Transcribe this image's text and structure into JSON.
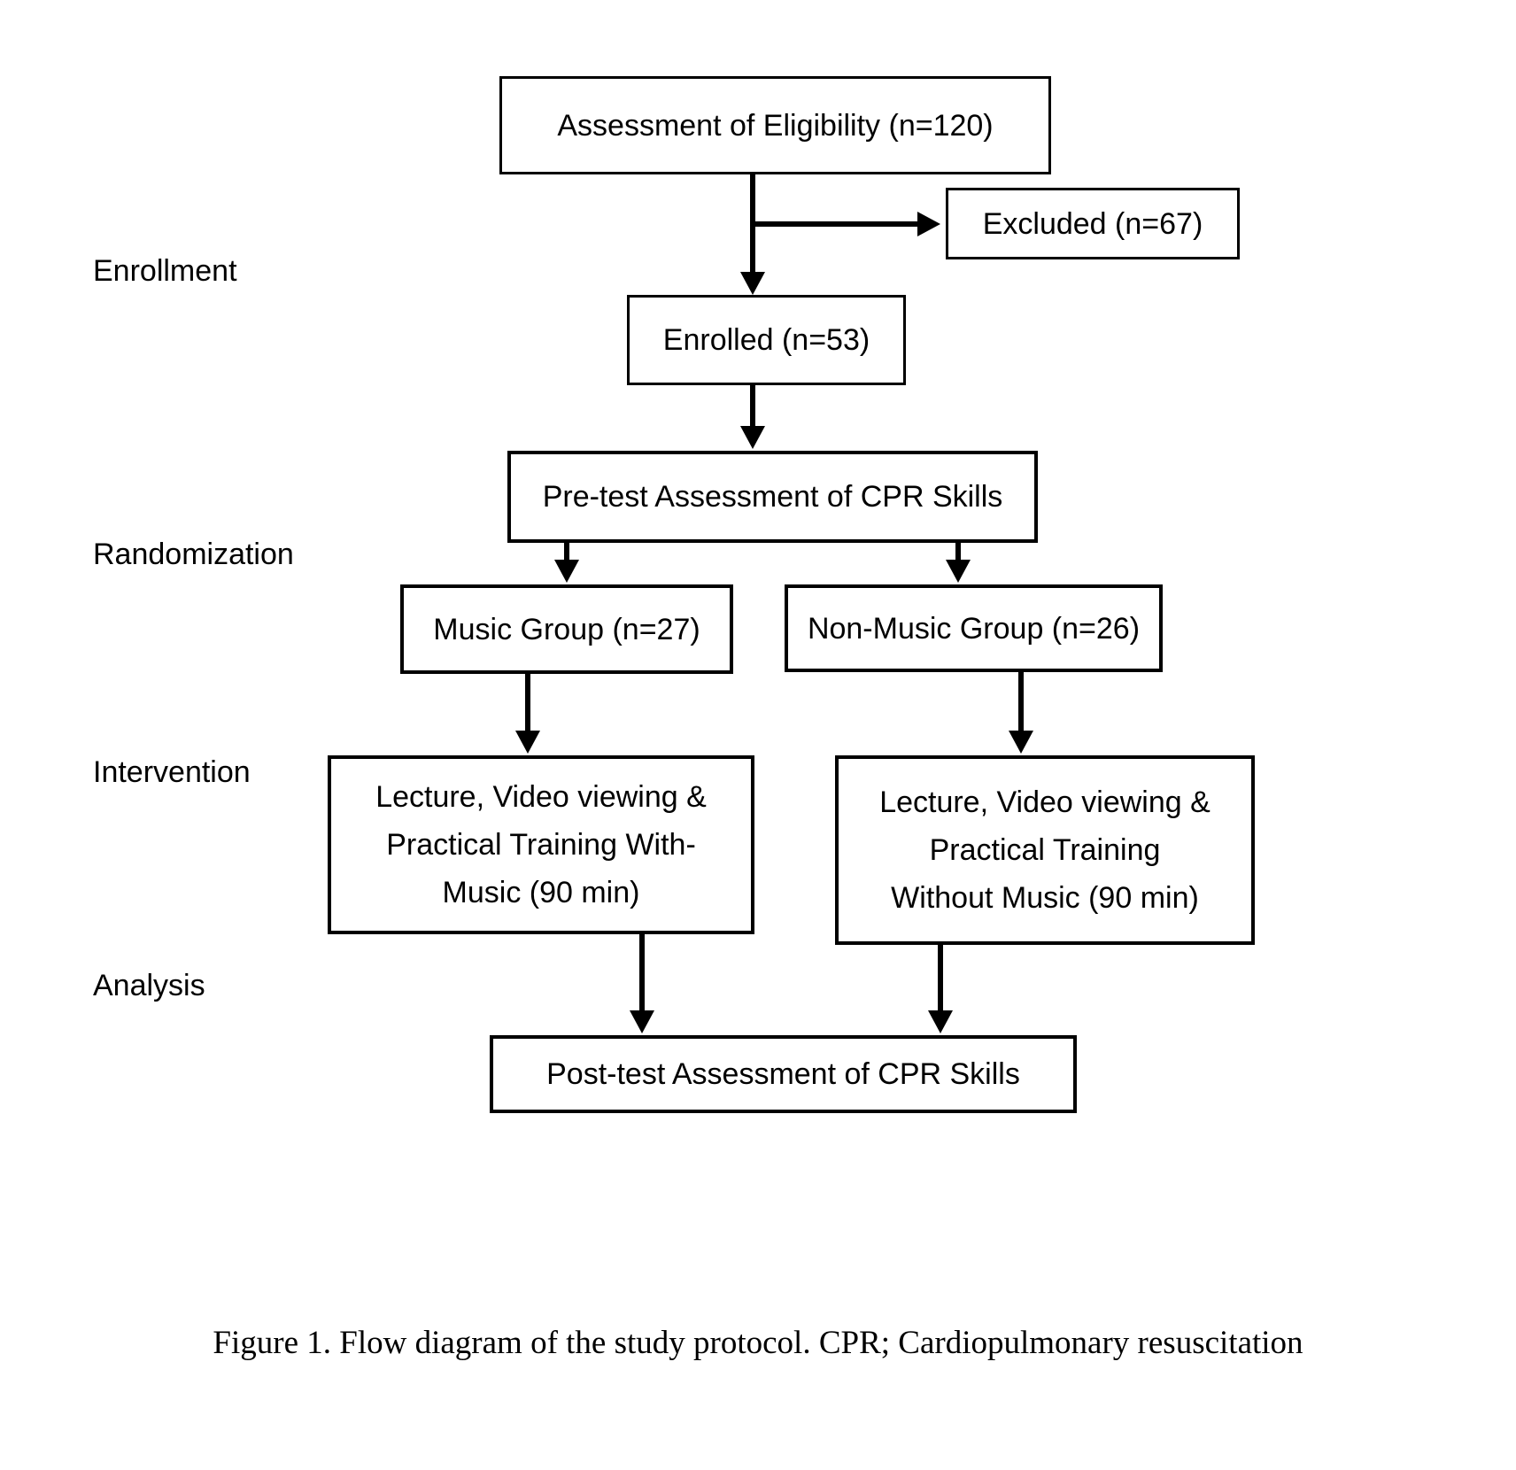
{
  "diagram": {
    "stage_labels": {
      "enrollment": "Enrollment",
      "randomization": "Randomization",
      "intervention": "Intervention",
      "analysis": "Analysis"
    },
    "boxes": {
      "assessment": {
        "label": "Assessment of Eligibility (n=120)"
      },
      "excluded": {
        "label": "Excluded (n=67)"
      },
      "enrolled": {
        "label": "Enrolled (n=53)"
      },
      "pretest": {
        "label": "Pre-test Assessment of CPR Skills"
      },
      "music_group": {
        "label": "Music Group (n=27)"
      },
      "non_music_group": {
        "label": "Non-Music Group (n=26)"
      },
      "intervention_music": {
        "line1": "Lecture, Video viewing &",
        "line2": "Practical Training With-",
        "line3": "Music (90 min)"
      },
      "intervention_no_music": {
        "line1": "Lecture, Video viewing &",
        "line2": "Practical Training",
        "line3": "Without Music (90 min)"
      },
      "posttest": {
        "label": "Post-test Assessment of CPR Skills"
      }
    },
    "colors": {
      "line": "#000000",
      "text": "#000000",
      "background": "#ffffff"
    }
  },
  "caption": {
    "text": "Figure 1. Flow diagram of the study protocol. CPR; Cardiopulmonary resuscitation"
  }
}
